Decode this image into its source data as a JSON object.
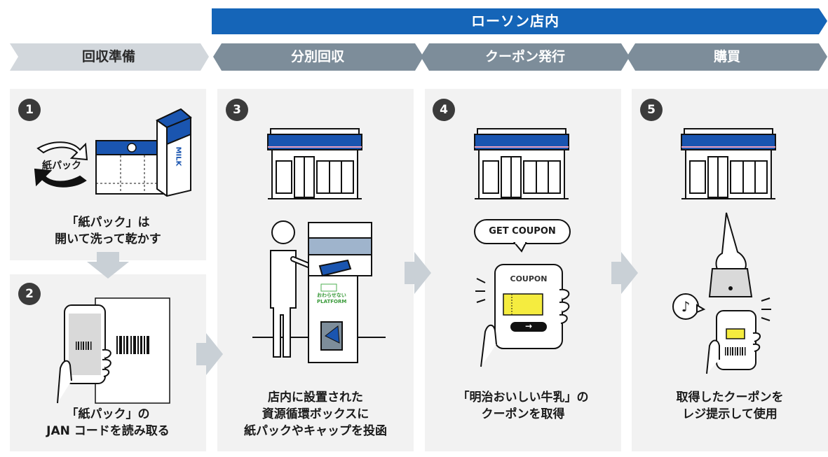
{
  "banner": {
    "label": "ローソン店内"
  },
  "steps": [
    {
      "label": "回収準備"
    },
    {
      "label": "分別回収"
    },
    {
      "label": "クーポン発行"
    },
    {
      "label": "購買"
    }
  ],
  "panels": [
    {
      "number": "1",
      "caption": [
        "「紙パック」は",
        "開いて洗って乾かす"
      ],
      "icon_text": "紙パック",
      "carton_text": "MILK"
    },
    {
      "number": "2",
      "caption": [
        "「紙パック」の",
        "JAN コードを読み取る"
      ]
    },
    {
      "number": "3",
      "caption": [
        "店内に設置された",
        "資源循環ボックスに",
        "紙パックやキャップを投函"
      ],
      "box_text": [
        "おわらせない",
        "PLATFORM"
      ]
    },
    {
      "number": "4",
      "caption": [
        "「明治おいしい牛乳」の",
        "クーポンを取得"
      ],
      "bubble": "GET COUPON",
      "phone_title": "COUPON",
      "arrow_glyph": "→"
    },
    {
      "number": "5",
      "caption": [
        "取得したクーポンを",
        "レジ提示して使用"
      ],
      "note_glyph": "♪"
    }
  ],
  "colors": {
    "banner": "#1565b8",
    "step_active": "#7d8d9a",
    "step_inactive": "#d2d7dc",
    "step_inactive_text": "#2a2a2a",
    "panel": "#f2f2f2",
    "arrow": "#c9d0d6",
    "store_blue": "#1a55b0",
    "coupon_yellow": "#f5ec3f"
  }
}
